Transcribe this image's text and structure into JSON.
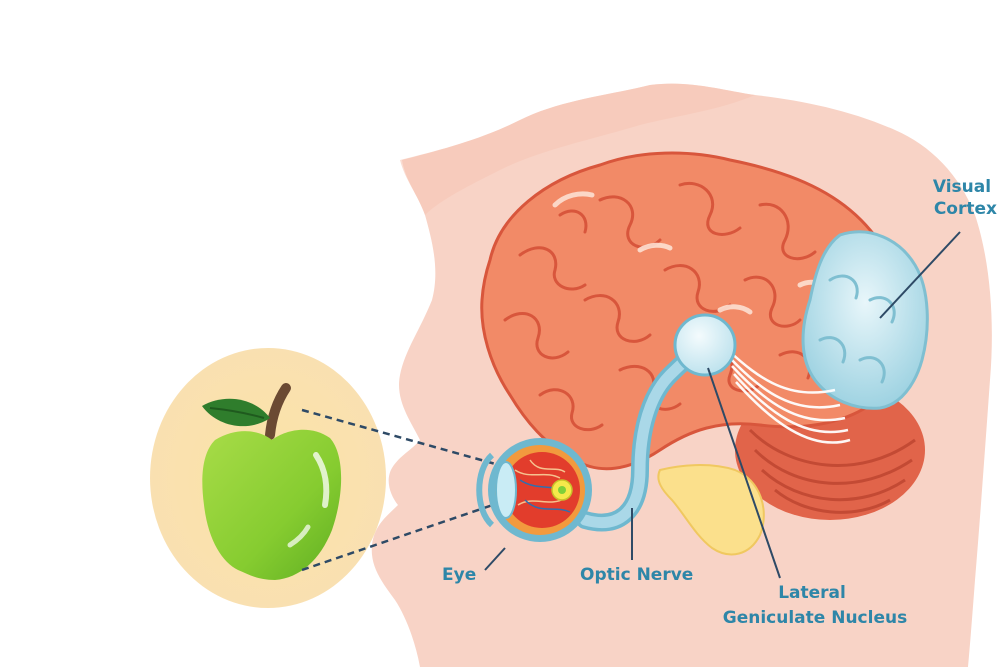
{
  "labels": {
    "visual_cortex": [
      "Visual",
      "Cortex"
    ],
    "eye": "Eye",
    "optic_nerve": "Optic Nerve",
    "lgn": [
      "Lateral",
      "Geniculate Nucleus"
    ]
  },
  "colors": {
    "head_skin": "#f8d3c6",
    "brain": "#f28a67",
    "brain_outline": "#d8563c",
    "cerebellum": "#e1644a",
    "visual_cortex": "#bfe4ee",
    "optic_nerve": "#aad8e8",
    "apple": "#8cd23a",
    "apple_bg": "#fbe3a6",
    "label_text": "#2e86a8",
    "leader_line": "#2e4a66"
  }
}
